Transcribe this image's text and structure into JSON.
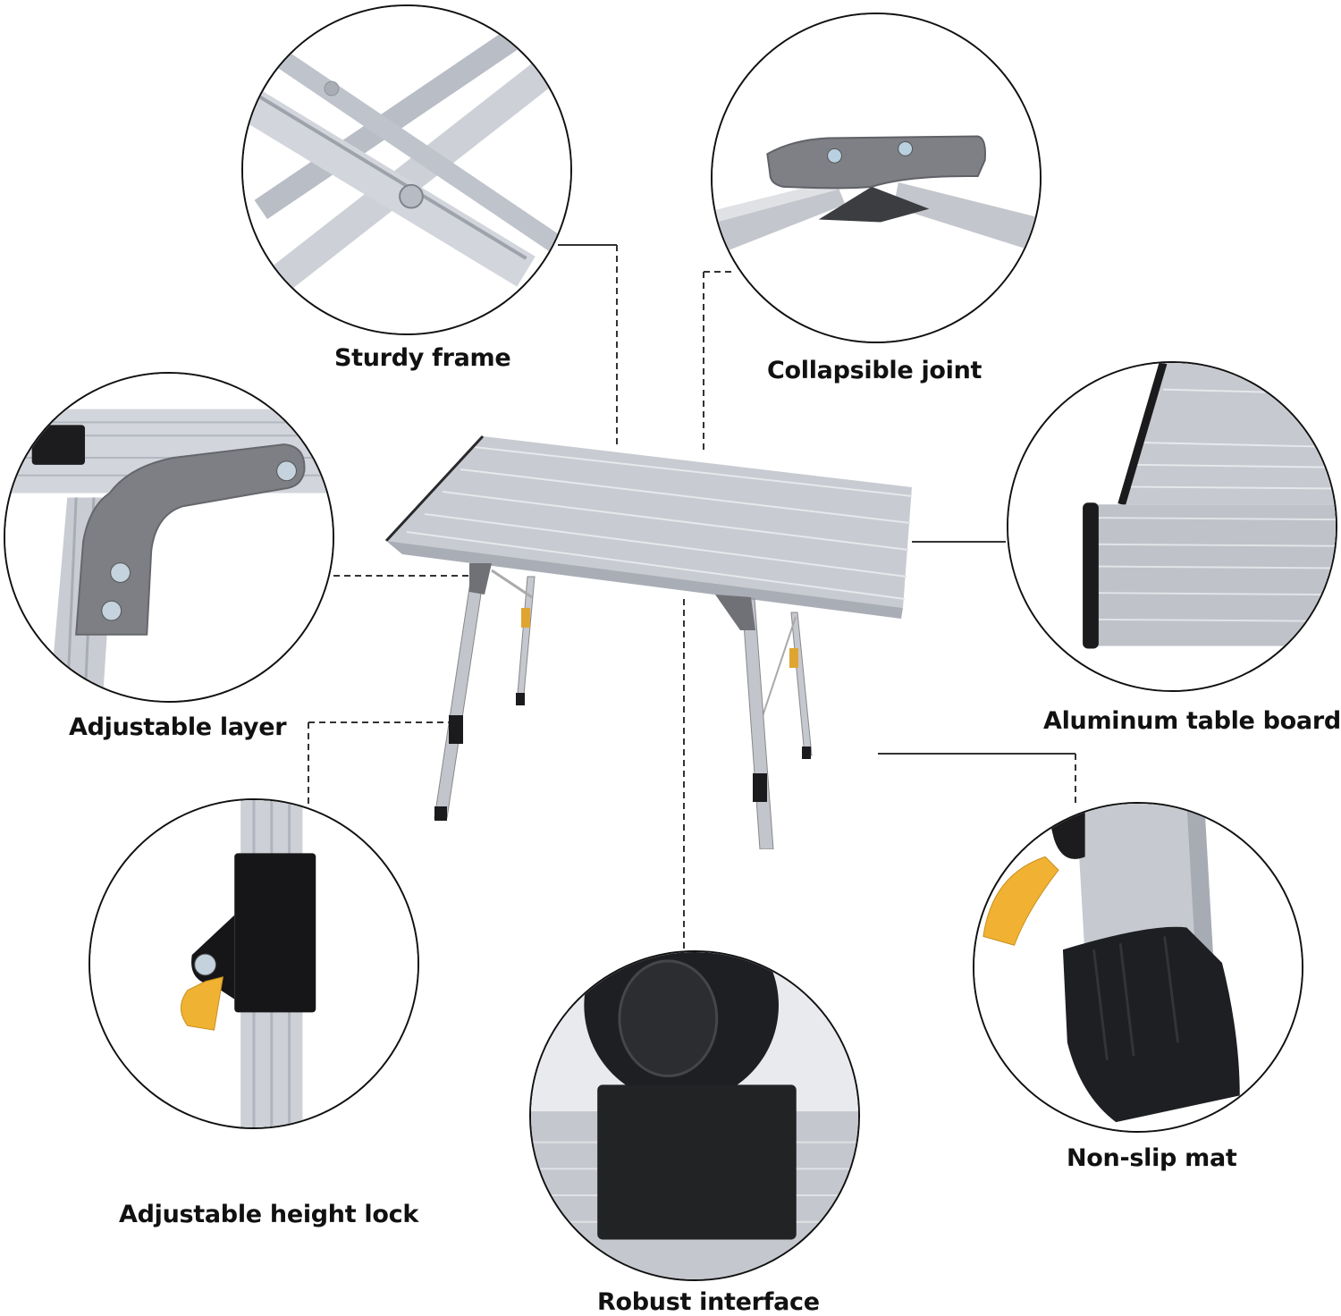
{
  "features": [
    {
      "id": "sturdy-frame",
      "label": "Sturdy frame"
    },
    {
      "id": "collapsible-joint",
      "label": "Collapsible joint"
    },
    {
      "id": "adjustable-layer",
      "label": "Adjustable layer"
    },
    {
      "id": "aluminum-table-board",
      "label": "Aluminum table board"
    },
    {
      "id": "adjustable-height-lock",
      "label": "Adjustable height lock"
    },
    {
      "id": "robust-interface",
      "label": "Robust interface"
    },
    {
      "id": "non-slip-mat",
      "label": "Non-slip mat"
    }
  ],
  "colors": {
    "aluminum": "#c9ccd3",
    "aluminum_light": "#e4e6eb",
    "aluminum_dark": "#9ea2ab",
    "bracket_gray": "#7c7e83",
    "rubber_black": "#1b1b1d",
    "lever_yellow": "#f2b431",
    "outline": "#111111"
  }
}
